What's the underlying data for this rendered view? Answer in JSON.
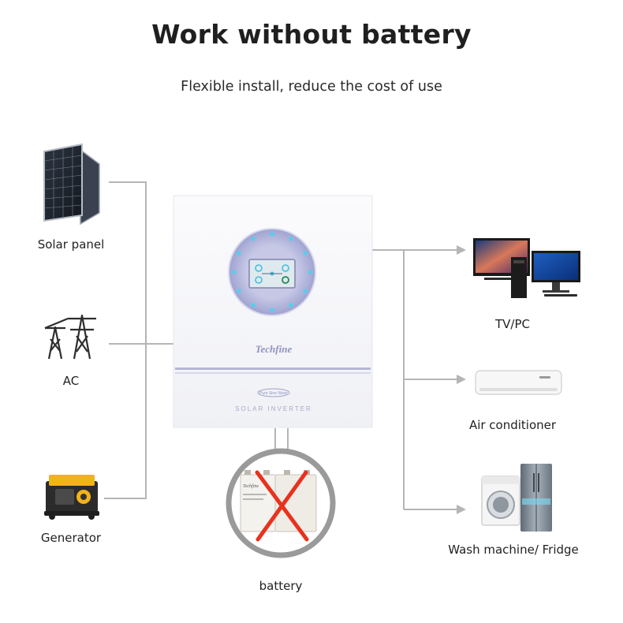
{
  "header": {
    "title": "Work without battery",
    "subtitle": "Flexible install, reduce the cost of use"
  },
  "inputs": [
    {
      "label": "Solar panel",
      "icon": "solar-panel-icon"
    },
    {
      "label": "AC",
      "icon": "power-tower-icon"
    },
    {
      "label": "Generator",
      "icon": "generator-icon"
    }
  ],
  "inverter": {
    "brand": "Techfine",
    "wave_badge": "Pure Sine Wave",
    "model": "SOLAR INVERTER"
  },
  "battery": {
    "label": "battery",
    "brand_text": "Techfine",
    "status": "excluded"
  },
  "outputs": [
    {
      "label": "TV/PC",
      "icon": "tv-pc-icon"
    },
    {
      "label": "Air conditioner",
      "icon": "air-conditioner-icon"
    },
    {
      "label": "Wash machine/ Fridge",
      "icon": "washer-fridge-icon"
    }
  ],
  "colors": {
    "line": "#b5b5b5",
    "cross": "#e8321e",
    "inverter_ring": "#aeb1d6",
    "lcd_accent": "#3bc0e0"
  }
}
